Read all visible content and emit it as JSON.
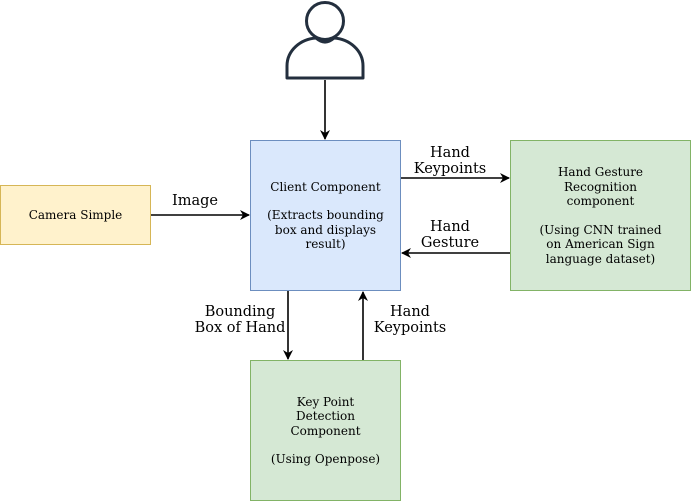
{
  "nodes": {
    "camera": {
      "title": "Camera Simple",
      "fill": "#fff2cc",
      "stroke": "#d6b656"
    },
    "client": {
      "title": "Client Component",
      "detail": "(Extracts bounding\nbox and displays\nresult)",
      "fill": "#dae8fc",
      "stroke": "#6c8ebf"
    },
    "gesture": {
      "title": "Hand Gesture\nRecognition\ncomponent",
      "detail": "(Using CNN trained\non American Sign\nlanguage dataset)",
      "fill": "#d5e8d4",
      "stroke": "#82b366"
    },
    "keypoint": {
      "title": "Key Point\nDetection\nComponent",
      "detail": "(Using Openpose)",
      "fill": "#d5e8d4",
      "stroke": "#82b366"
    },
    "user": {
      "icon": "user-icon",
      "stroke": "#232f3e"
    }
  },
  "edges": {
    "image": "Image",
    "hand_keypoints_to_gesture": "Hand\nKeypoints",
    "hand_gesture_to_client": "Hand\nGesture",
    "bounding_box": "Bounding\nBox of Hand",
    "hand_keypoints_to_client": "Hand\nKeypoints"
  }
}
